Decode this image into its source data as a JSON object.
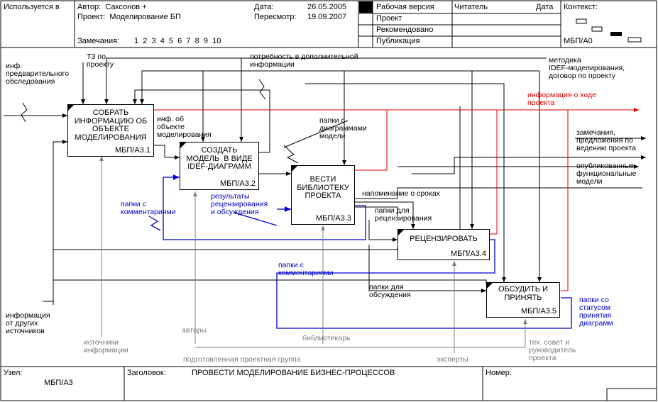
{
  "header": {
    "used_in": "Используется в",
    "author": "Автор:  Саксонов +",
    "project": "Проект:  Моделирование БП",
    "notes_label": "Замечания:",
    "notes_numbers": "1  2  3  4  5  6  7  8  9  10",
    "date_label": "Дата:",
    "date_value": "26.05.2005",
    "review_label": "Пересмотр:",
    "review_value": "19.09.2007",
    "status_working": "Рабочая версия",
    "status_project": "Проект",
    "status_recommended": "Рекомендовано",
    "status_publication": "Публикация",
    "reader": "Читатель",
    "reader_date": "Дата",
    "context": "Контекст:",
    "context_node": "МБП/А0"
  },
  "footer": {
    "node_label": "Узел:",
    "node_value": "МБП/А3",
    "title_label": "Заголовок:",
    "title_value": "ПРОВЕСТИ МОДЕЛИРОВАНИЕ БИЗНЕС-ПРОЦЕССОВ",
    "number_label": "Номер:"
  },
  "boxes": [
    {
      "text": "СОБРАТЬ\nИНФОРМАЦИЮ ОБ\nОБЪЕКТЕ\nМОДЕЛИРОВАНИЯ",
      "node": "МБП/А3.1"
    },
    {
      "text": "СОЗДАТЬ\nМОДЕЛЬ  В ВИДЕ\nIDEF-ДИАГРАММ",
      "node": "МБП/А3.2"
    },
    {
      "text": "ВЕСТИ\nБИБЛИОТЕКУ\nПРОЕКТА",
      "node": "МБП/А3.3"
    },
    {
      "text": "РЕЦЕНЗИРОВАТЬ",
      "node": "МБП/А3.4"
    },
    {
      "text": "ОБСУДИТЬ И\nПРИНЯТЬ",
      "node": "МБП/А3.5"
    }
  ],
  "labels": {
    "inf_pre": "инф.\nпредварительного\nобследования",
    "tz": "ТЗ по\nпроекту",
    "need_more": "потребность в дополнительной\nинформации",
    "methodology": "методика\nIDEF-моделирования,\nдоговор по проекту",
    "progress_info": "информация о ходе\nпроекта",
    "inf_object": "инф. об\nобъекте\nмоделирования",
    "folders_diagrams": "папки с\nдиаграммами\nмодели",
    "remarks": "замечания,\nпредложения по\nведению проекта",
    "published": "опубликованные\nфункциональные\nмодели",
    "reminder": "напоминание о сроках",
    "results": "результаты\nрецензирования\nи обсуждения",
    "folders_comments_1": "папки с\nкомментариями",
    "folders_review": "папки для\nрецензирования",
    "folders_comments_2": "папки с\nкомментариями",
    "folders_discuss": "папки для\nобсуждения",
    "folders_status": "папки со\nстатусом\nпринятия\nдиаграмм",
    "info_other": "информация\nот других\nисточников",
    "sources": "источники\nинформации",
    "authors": "авторы",
    "librarian": "библиотекарь",
    "prepared_group": "подготовленная проектная группа",
    "experts": "эксперты",
    "tech_council": "тех. совет и\nруководитель\nпроекта"
  },
  "colors": {
    "red": "#e00000",
    "blue": "#0000cc",
    "gray": "#808080"
  }
}
